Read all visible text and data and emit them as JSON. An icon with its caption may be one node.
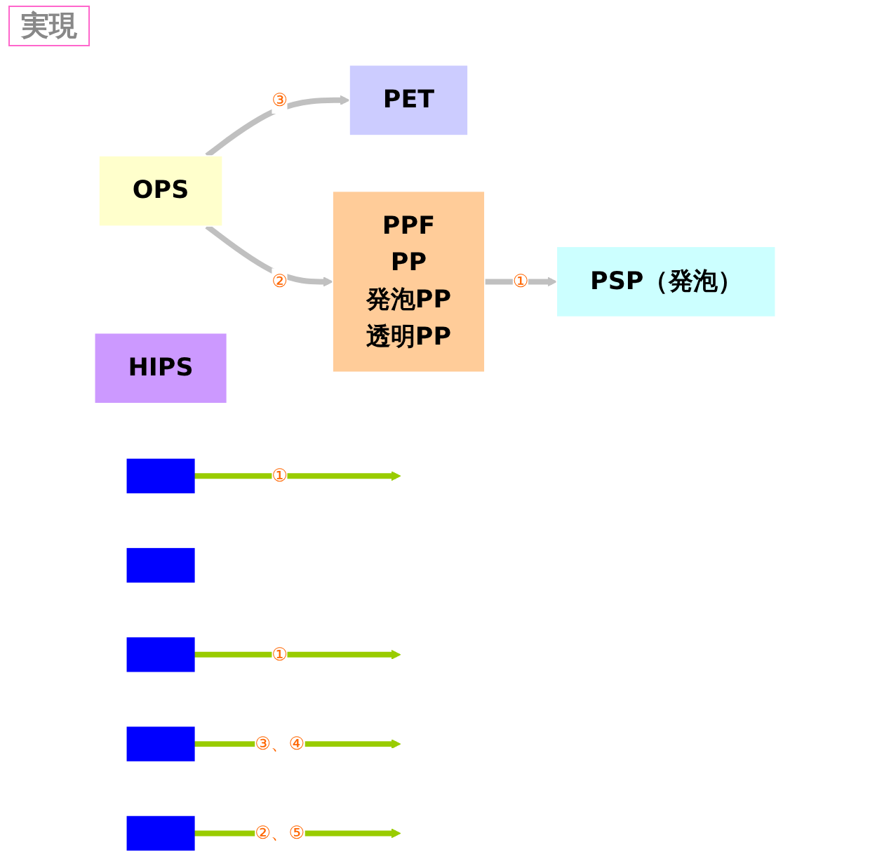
{
  "diagram": {
    "nodes": [
      {
        "text": [
          "PSP（発泡）"
        ]
      },
      {
        "text": [
          "OPS"
        ]
      },
      {
        "text": [
          "HIPS"
        ]
      },
      {
        "text": [
          "PET"
        ]
      },
      {
        "text": [
          "PPF",
          "PP",
          "発泡PP",
          "透明PP"
        ]
      },
      {
        "text": [],
        "shape": "bar"
      },
      {
        "text": [],
        "shape": "bar"
      },
      {
        "text": [],
        "shape": "bar"
      },
      {
        "text": [],
        "shape": "bar"
      },
      {
        "text": [],
        "shape": "bar"
      }
    ],
    "edges": [
      {
        "from": 4,
        "to": 0,
        "arrow": "to",
        "label": "①",
        "color": "#c0c0c0"
      },
      {
        "from": 1,
        "to": 4,
        "arrow": "to",
        "label": "②",
        "color": "#c0c0c0"
      },
      {
        "from": 1,
        "to": 3,
        "arrow": "to",
        "label": "③",
        "color": "#c0c0c0"
      },
      {
        "from": 5,
        "to": null,
        "arrow": "to",
        "label": "①"
      },
      {
        "from": 7,
        "to": null,
        "arrow": "to",
        "label": "①"
      },
      {
        "from": 8,
        "to": null,
        "arrow": "to",
        "label": "③、④"
      },
      {
        "from": 9,
        "to": null,
        "arrow": "to",
        "label": "②、⑤"
      }
    ],
    "labels": [
      "実現"
    ]
  }
}
